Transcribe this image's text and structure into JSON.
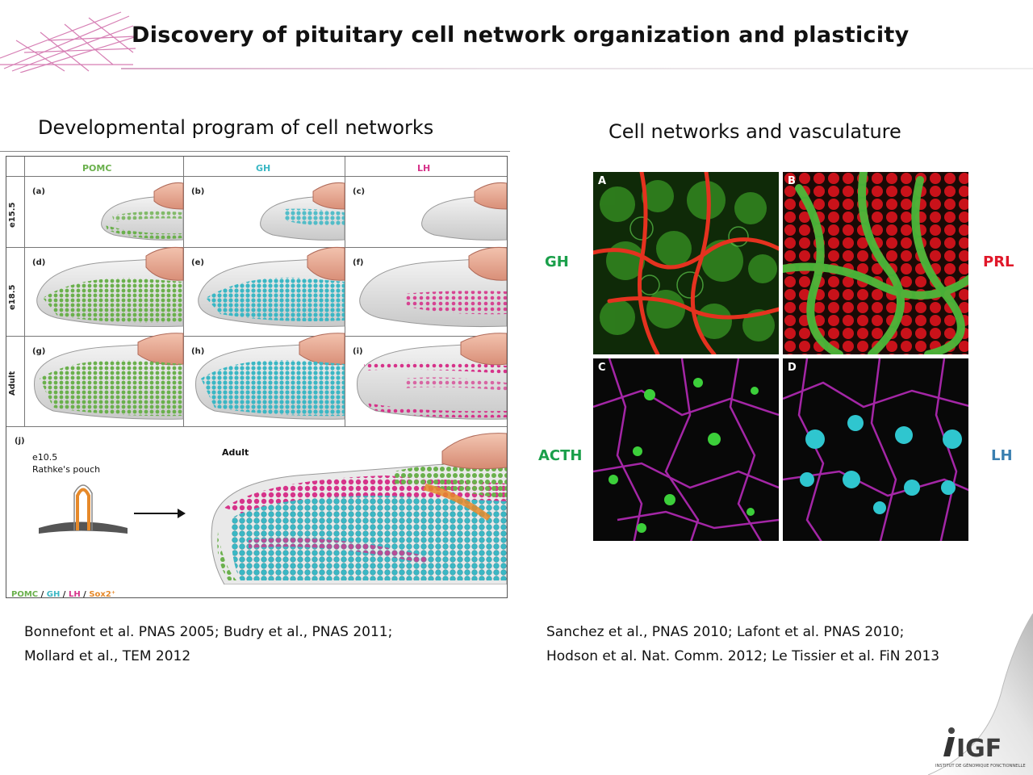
{
  "slide": {
    "title": "Discovery of pituitary cell network organization and plasticity"
  },
  "left": {
    "subtitle": "Developmental program of cell networks",
    "columns": [
      "POMC",
      "GH",
      "LH"
    ],
    "rows": [
      "e15.5",
      "e18.5",
      "Adult"
    ],
    "panels": [
      "(a)",
      "(b)",
      "(c)",
      "(d)",
      "(e)",
      "(f)",
      "(g)",
      "(h)",
      "(i)"
    ],
    "panel_j": {
      "letter": "(j)",
      "stage": "e10.5",
      "pouch": "Rathke's pouch",
      "adult": "Adult"
    },
    "legend": [
      "POMC",
      "GH",
      "LH",
      "Sox2⁺"
    ],
    "reference_lines": [
      "Bonnefont et al. PNAS 2005; Budry et al., PNAS 2011;",
      "Mollard et al., TEM 2012"
    ]
  },
  "right": {
    "subtitle": "Cell networks and vasculature",
    "panel_letters": [
      "A",
      "B",
      "C",
      "D"
    ],
    "labels": {
      "gh": "GH",
      "prl": "PRL",
      "acth": "ACTH",
      "lh": "LH"
    },
    "reference_lines": [
      "Sanchez et al., PNAS 2010; Lafont et al. PNAS 2010;",
      "Hodson et al. Nat. Comm. 2012; Le Tissier et al. FiN 2013"
    ]
  },
  "logo": {
    "mark": "IGF",
    "caption": "INSTITUT DE GÉNOMIQUE FONCTIONNELLE"
  },
  "colors": {
    "pomc": "#6ab04c",
    "gh": "#3ab7c4",
    "lh": "#d6338a",
    "sox2": "#e6892a",
    "label_green": "#1a9f4a",
    "label_red": "#e0182a",
    "label_blue": "#3a7fb0",
    "accent_pink": "#c44f9a"
  }
}
